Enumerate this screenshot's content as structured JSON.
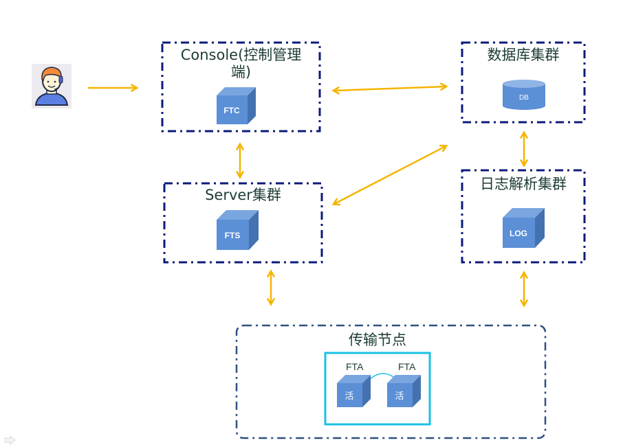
{
  "colors": {
    "arrow": "#f5b400",
    "cluster_border": "#0b1a7a",
    "transfer_border": "#2f4f80",
    "inner_box_border": "#19c0e6",
    "cube_front": "#5b8fd6",
    "cube_top": "#7aa6e0",
    "cube_side": "#4472b0",
    "title_text": "#1c3b35"
  },
  "user": {
    "icon": "support-agent-icon"
  },
  "console": {
    "title_line1": "Console(控制管理",
    "title_line2": "端)",
    "cube_label": "FTC"
  },
  "database": {
    "title": "数据库集群",
    "cylinder_label": "DB"
  },
  "server": {
    "title": "Server集群",
    "cube_label": "FTS"
  },
  "log": {
    "title": "日志解析集群",
    "cube_label": "LOG"
  },
  "transfer": {
    "title": "传输节点",
    "nodes": [
      {
        "name": "FTA",
        "status": "活"
      },
      {
        "name": "FTA",
        "status": "活"
      }
    ]
  },
  "footer": {
    "icon": "next-arrow-icon"
  }
}
